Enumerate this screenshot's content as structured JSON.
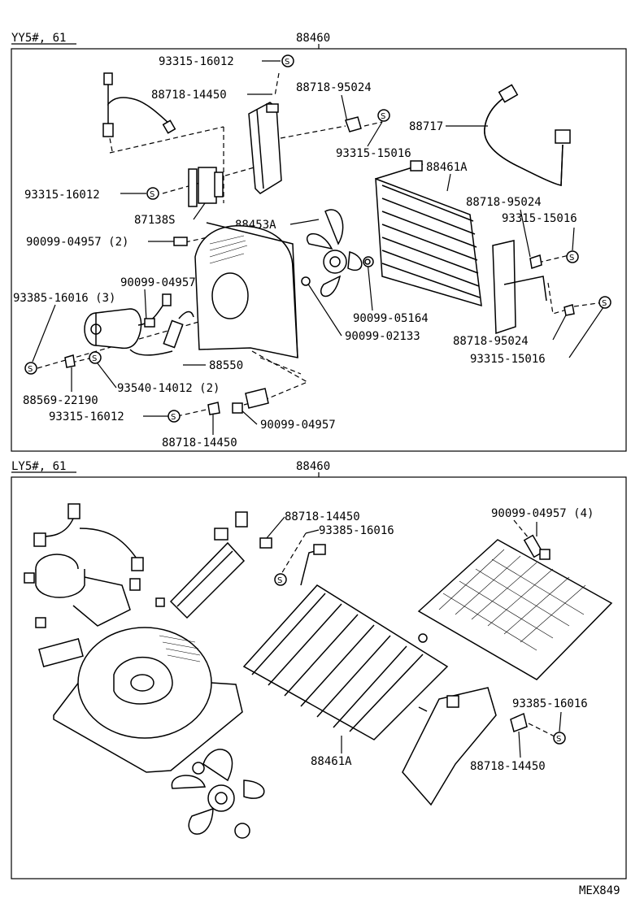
{
  "top_section": {
    "model": "YY5#, 61",
    "assembly": "88460",
    "labels": {
      "l1": "93315-16012",
      "l2": "88718-14450",
      "l3": "88718-95024",
      "l4": "88717",
      "l5": "93315-15016",
      "l6": "93315-16012",
      "l7": "88461A",
      "l8": "87138S",
      "l9": "88453A",
      "l10": "88718-95024",
      "l11": "90099-04957 (2)",
      "l12": "93315-15016",
      "l13": "90099-04957",
      "l14": "93385-16016 (3)",
      "l15": "90099-05164",
      "l16": "90099-02133",
      "l17": "88718-95024",
      "l18": "88550",
      "l19": "93315-15016",
      "l20": "93540-14012 (2)",
      "l21": "88569-22190",
      "l22": "93315-16012",
      "l23": "90099-04957",
      "l24": "88718-14450"
    }
  },
  "bottom_section": {
    "model": "LY5#, 61",
    "assembly": "88460",
    "labels": {
      "b1": "88718-14450",
      "b2": "93385-16016",
      "b3": "90099-04957 (4)",
      "b4": "93385-16016",
      "b5": "88461A",
      "b6": "88718-14450"
    }
  },
  "footer": {
    "code": "MEX849"
  },
  "symbols": {
    "screw": "S"
  }
}
